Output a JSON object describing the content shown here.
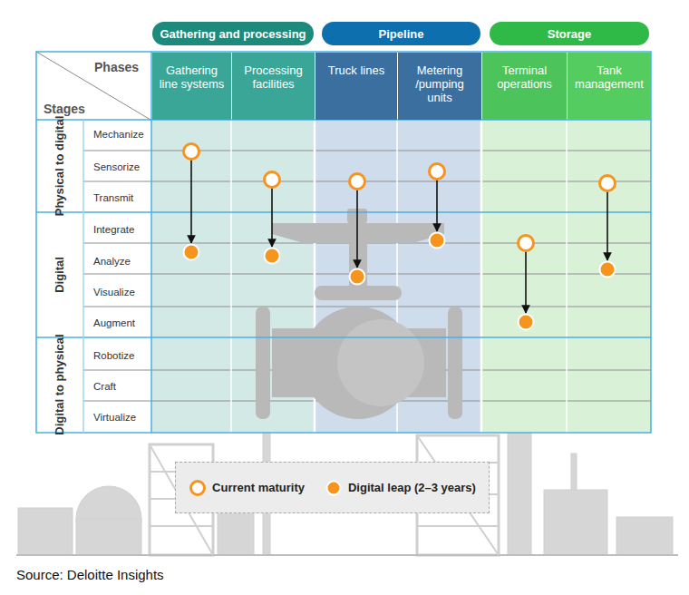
{
  "diagram": {
    "caption": "Source: Deloitte Insights",
    "nodes": [
      {
        "text": [
          "Gathering and processing"
        ]
      },
      {
        "text": [
          "Pipeline"
        ]
      },
      {
        "text": [
          "Storage"
        ]
      },
      {
        "text": [
          "Gathering line systems"
        ]
      },
      {
        "text": [
          "Processing facilities"
        ]
      },
      {
        "text": [
          "Truck lines"
        ]
      },
      {
        "text": [
          "Metering /pumping units"
        ]
      },
      {
        "text": [
          "Terminal operations"
        ]
      },
      {
        "text": [
          "Tank management"
        ]
      }
    ],
    "labels": [
      "Phases",
      "Stages",
      "Physical to digital",
      "Digital",
      "Digital to physical",
      "Mechanize",
      "Sensorize",
      "Transmit",
      "Integrate",
      "Analyze",
      "Visualize",
      "Augment",
      "Robotize",
      "Craft",
      "Virtualize"
    ],
    "legend": [
      {
        "text": "Current maturity"
      },
      {
        "text": "Digital leap (2–3 years)"
      }
    ]
  }
}
